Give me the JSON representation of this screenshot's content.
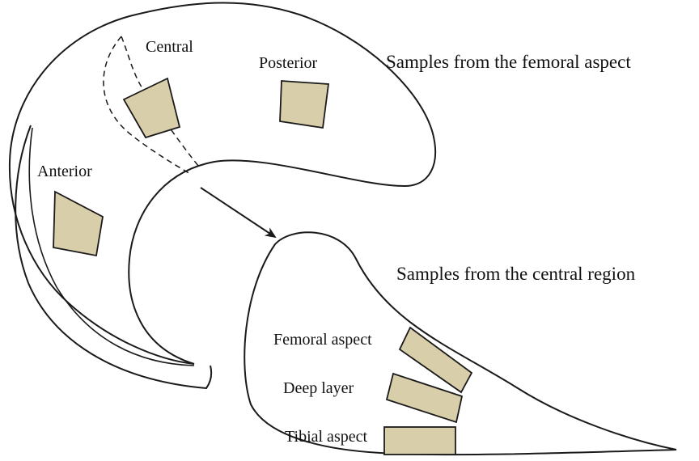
{
  "labels": {
    "central": "Central",
    "posterior": "Posterior",
    "anterior": "Anterior",
    "femoral_heading": "Samples from the femoral aspect",
    "central_heading": "Samples from the central region",
    "femoral_aspect": "Femoral aspect",
    "deep_layer": "Deep layer",
    "tibial_aspect": "Tibial aspect"
  },
  "colors": {
    "sample_fill": "#d9ceaa",
    "outline": "#1a1a1a"
  }
}
